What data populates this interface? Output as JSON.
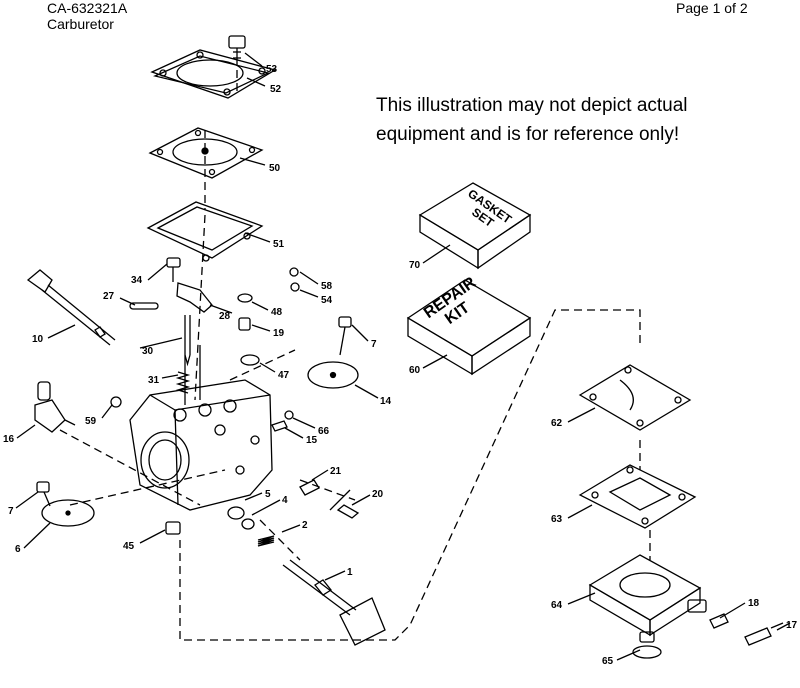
{
  "header": {
    "doc_id": "CA-632321A",
    "title": "Carburetor",
    "page": "Page 1 of 2"
  },
  "disclaimer": {
    "line1": "This illustration may not depict actual",
    "line2": "equipment and is for reference only!"
  },
  "boxes": {
    "gasket_l1": "GASKET",
    "gasket_l2": "SET",
    "repair_l1": "REPAIR",
    "repair_l2": "KIT"
  },
  "part_labels": {
    "p53": "53",
    "p52": "52",
    "p50": "50",
    "p51": "51",
    "p58": "58",
    "p54": "54",
    "p48": "48",
    "p19": "19",
    "p47": "47",
    "p7a": "7",
    "p14": "14",
    "p66": "66",
    "p15": "15",
    "p34": "34",
    "p27": "27",
    "p28": "28",
    "p10": "10",
    "p30": "30",
    "p31": "31",
    "p59": "59",
    "p16": "16",
    "p7b": "7",
    "p6": "6",
    "p45": "45",
    "p5": "5",
    "p4": "4",
    "p2": "2",
    "p1": "1",
    "p21": "21",
    "p20": "20",
    "p70": "70",
    "p60": "60",
    "p62": "62",
    "p63": "63",
    "p64": "64",
    "p65": "65",
    "p18": "18",
    "p17": "17"
  }
}
